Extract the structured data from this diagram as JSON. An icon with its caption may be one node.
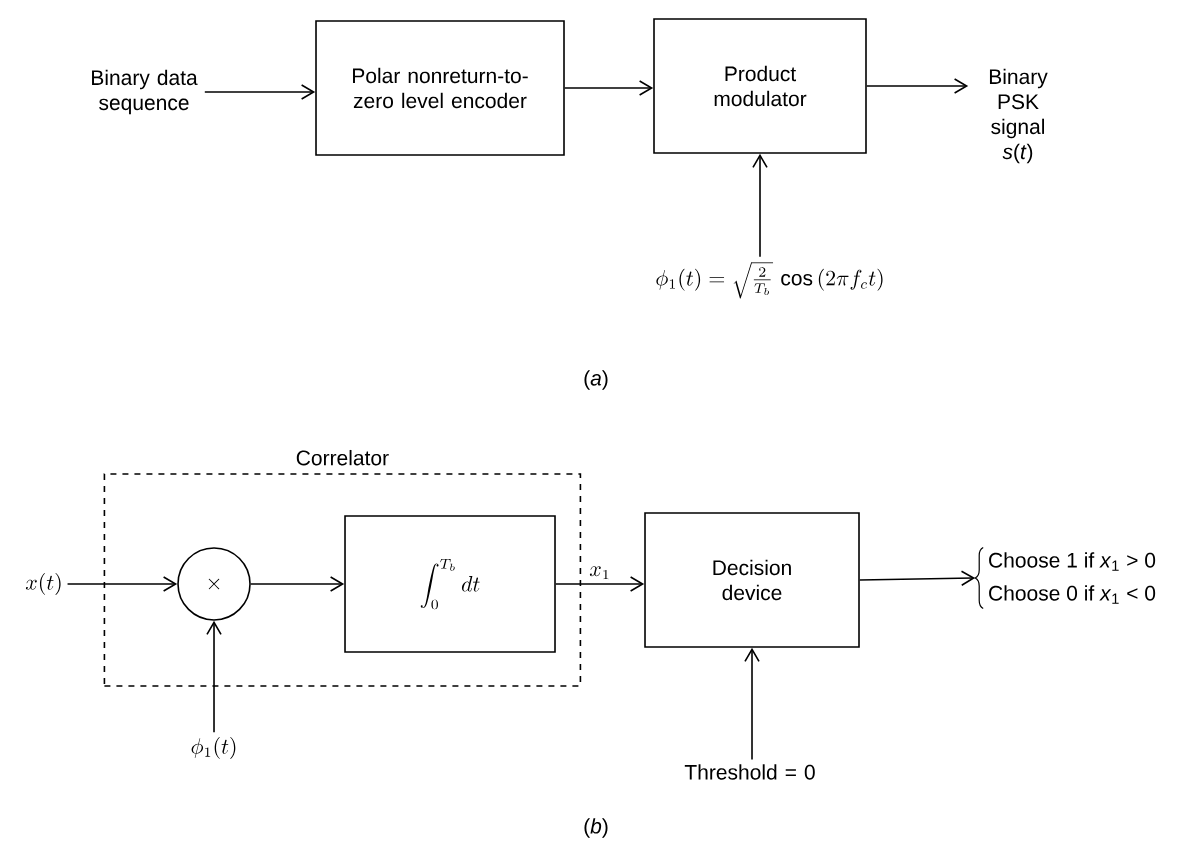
{
  "diagram": {
    "nodes": [
      {
        "text": [
          "Binary data sequence"
        ]
      },
      {
        "text": [
          "Polar nonreturn-to-zero level encoder"
        ]
      },
      {
        "text": [
          "Product modulator"
        ]
      },
      {
        "text": [
          "Binary PSK signal *s*(*t*)"
        ]
      },
      {
        "text": [
          "\\phi_1(t) = \\sqrt{\\frac{2}{T_b}}\\,\\cos\\,(2\\pi f_c t)"
        ]
      },
      {
        "text": [
          "Correlator"
        ]
      },
      {
        "text": [
          "x(t)"
        ]
      },
      {
        "text": [
          "\\times"
        ],
        "in": 5
      },
      {
        "text": [
          "\\int_0^{T_b} dt"
        ],
        "in": 5
      },
      {
        "text": [
          "\\phi_1(t)"
        ]
      },
      {
        "text": [
          "Decision device"
        ]
      },
      {
        "text": [
          "Threshold = 0"
        ]
      },
      {
        "text": [
          "Choose 1 if *x*$_{1}$ > 0",
          "Choose 0 if *x*$_{1}$ < 0"
        ]
      }
    ],
    "edges": [
      {
        "from": 0,
        "to": 1,
        "arrow": "to"
      },
      {
        "from": 1,
        "to": 2,
        "arrow": "to"
      },
      {
        "from": 2,
        "to": 3,
        "arrow": "to"
      },
      {
        "from": 4,
        "to": 2,
        "arrow": "to"
      },
      {
        "from": 6,
        "to": 7,
        "arrow": "to"
      },
      {
        "from": 9,
        "to": 7,
        "arrow": "to"
      },
      {
        "from": 7,
        "to": 8,
        "arrow": "to"
      },
      {
        "from": 8,
        "to": 10,
        "arrow": "to",
        "label": "x_1"
      },
      {
        "from": 11,
        "to": 10,
        "arrow": "to"
      },
      {
        "from": 10,
        "to": 12,
        "arrow": "to"
      }
    ],
    "labels": [
      "(*a*)",
      "(*b*)"
    ]
  }
}
